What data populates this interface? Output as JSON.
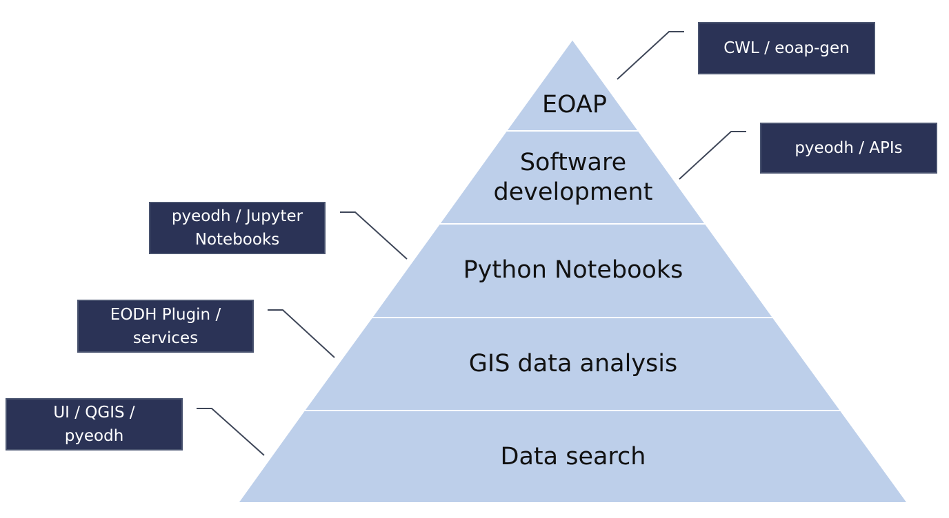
{
  "colors": {
    "band": "#bdcfea",
    "box": "#2b3356",
    "line": "#3e4658"
  },
  "levels": [
    {
      "line1": "EOAP"
    },
    {
      "line1": "Software",
      "line2": "development"
    },
    {
      "line1": "Python Notebooks"
    },
    {
      "line1": "GIS data analysis"
    },
    {
      "line1": "Data search"
    }
  ],
  "callouts": [
    {
      "text": "CWL / eoap-gen"
    },
    {
      "text": "pyeodh / APIs"
    },
    {
      "text": "pyeodh / Jupyter Notebooks"
    },
    {
      "text": "EODH Plugin / services"
    },
    {
      "text": "UI / QGIS / pyeodh"
    }
  ]
}
